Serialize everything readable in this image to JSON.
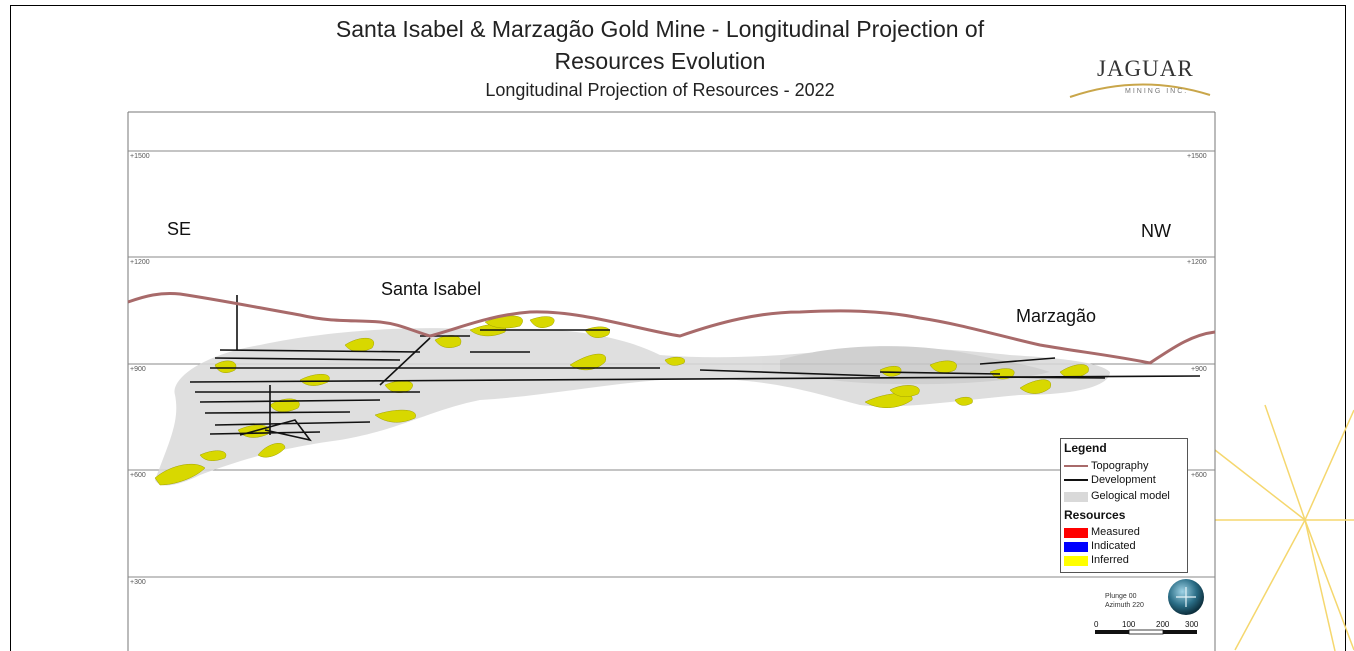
{
  "title_line1": "Santa Isabel & Marzagão Gold Mine - Longitudinal Projection of",
  "title_line2": "Resources Evolution",
  "subtitle": "Longitudinal Projection of Resources - 2022",
  "logo": {
    "name": "JAGUAR",
    "sub": "MINING INC."
  },
  "directions": {
    "left": "SE",
    "right": "NW"
  },
  "places": {
    "santa_isabel": "Santa Isabel",
    "marzagao": "Marzagão"
  },
  "elevations": {
    "e1500": "+1500",
    "e1200": "+1200",
    "e900": "+900",
    "e600": "+600",
    "e300": "+300"
  },
  "legend": {
    "title": "Legend",
    "topography": "Topography",
    "development": "Development",
    "geological_model": "Gelogical model",
    "resources_title": "Resources",
    "measured": "Measured",
    "indicated": "Indicated",
    "inferred": "Inferred"
  },
  "colors": {
    "topography": "#a86a6a",
    "development": "#111111",
    "geological_model": "#d9d9d9",
    "measured": "#ff0000",
    "indicated": "#0000ff",
    "inferred": "#ffff00",
    "inferred_shape": "#d8d800",
    "accent_lines": "#f5d76e"
  },
  "orientation": {
    "plunge": "Plunge 00",
    "azimuth": "Azimuth 220"
  },
  "scale_bar": {
    "labels": [
      "0",
      "100",
      "200",
      "300"
    ]
  },
  "icons": {
    "compass": "globe-compass-icon"
  }
}
